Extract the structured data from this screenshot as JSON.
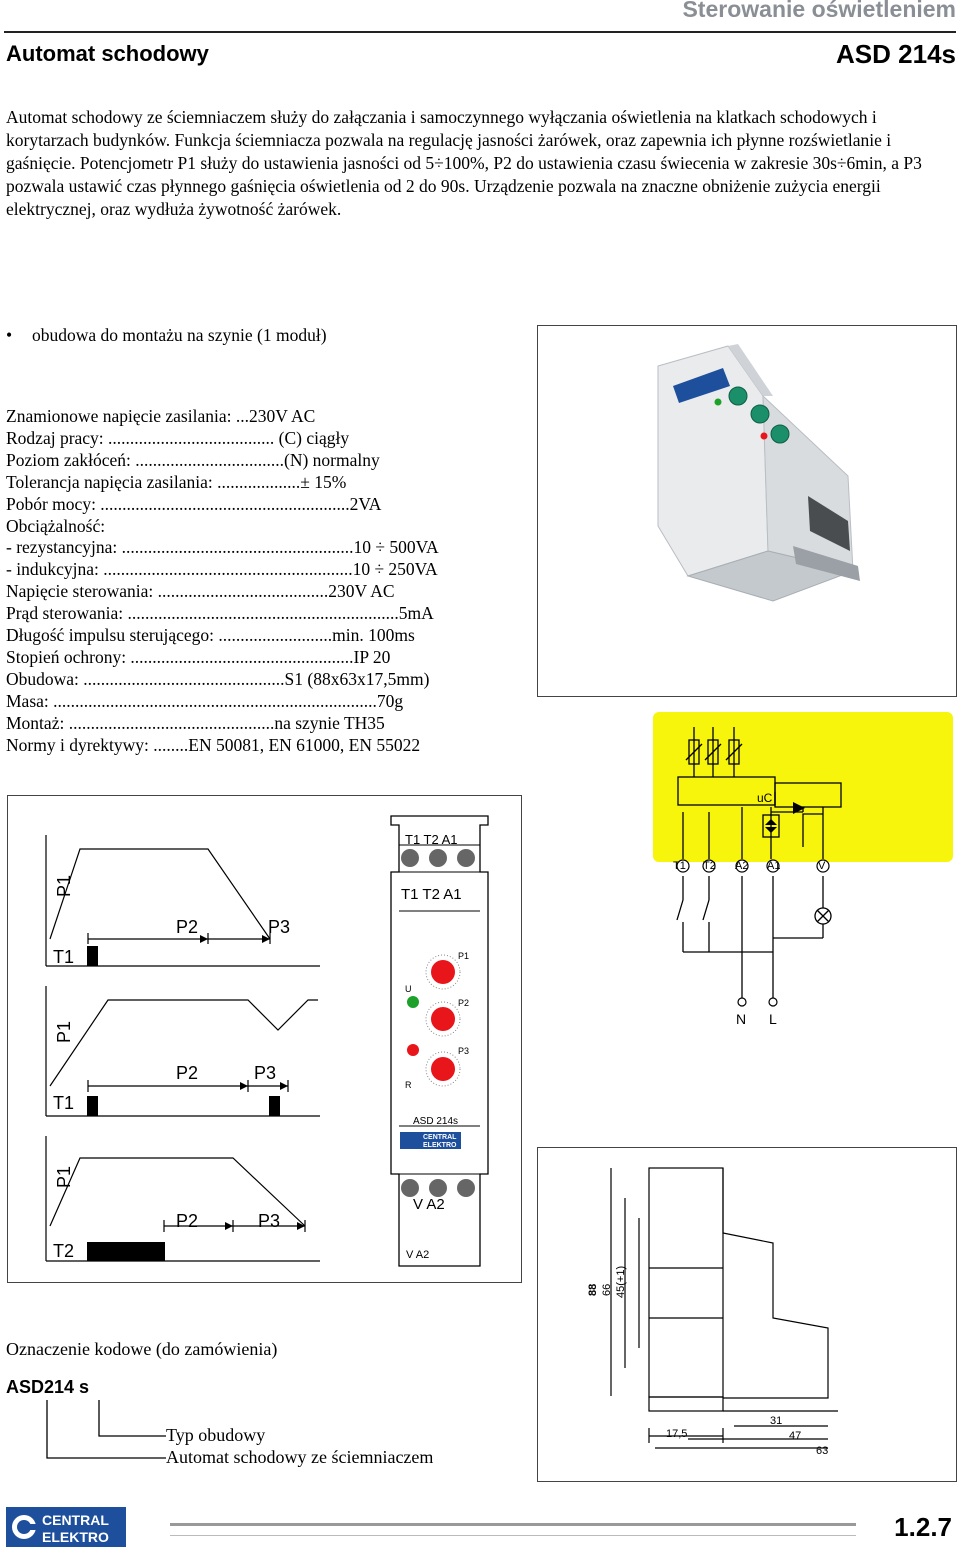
{
  "header": {
    "category": "Sterowanie oświetleniem",
    "title": "Automat schodowy",
    "model": "ASD 214s"
  },
  "intro": "Automat schodowy ze ściemniaczem służy do załączania i samoczynnego wyłączania oświetlenia na klatkach schodowych i korytarzach budynków. Funkcja ściemniacza pozwala na regulację jasności żarówek, oraz zapewnia ich płynne rozświetlanie i gaśnięcie. Potencjometr P1 służy do ustawienia jasności od 5÷100%, P2 do ustawienia czasu świecenia w zakresie 30s÷6min, a P3 pozwala ustawić czas płynnego gaśnięcia oświetlenia od 2 do 90s. Urządzenie pozwala na znaczne obniżenie zużycia energii elektrycznej, oraz wydłuża żywotność żarówek.",
  "bullet": "obudowa do montażu na szynie (1 moduł)",
  "specs": [
    "Znamionowe napięcie zasilania: ...230V AC",
    "Rodzaj pracy: ...................................... (C) ciągły",
    "Poziom zakłóceń: ..................................(N) normalny",
    "Tolerancja napięcia zasilania: ...................± 15%",
    "Pobór mocy: .........................................................2VA",
    "Obciążalność:",
    "- rezystancyjna: .....................................................10 ÷ 500VA",
    "- indukcyjna: .........................................................10 ÷ 250VA",
    "Napięcie sterowania: .......................................230V AC",
    "Prąd sterowania: ..............................................................5mA",
    "Długość impulsu sterującego: ..........................min. 100ms",
    "Stopień ochrony: ...................................................IP 20",
    "Obudowa: ..............................................S1 (88x63x17,5mm)",
    "Masa: ..........................................................................70g",
    "Montaż: ...............................................na szynie TH35",
    "Normy i dyrektywy: ........EN 50081, EN 61000, EN 55022"
  ],
  "timing": {
    "p1": "P1",
    "p2": "P2",
    "p3": "P3",
    "t1": "T1",
    "t2": "T2"
  },
  "front_panel": {
    "terminals_top_small": "T1  T2  A1",
    "terminals_top": "T1  T2  A1",
    "p1": "P1",
    "p2": "P2",
    "p3": "P3",
    "u": "U",
    "r": "R",
    "model": "ASD 214s",
    "brand_line1": "CENTRAL",
    "brand_line2": "ELEKTRO",
    "terminals_bottom": "V    A2",
    "terminals_bottom_small": "V          A2"
  },
  "schematic": {
    "uc": "uC",
    "terminals": [
      "T1",
      "T2",
      "A2",
      "A1",
      "V"
    ],
    "n": "N",
    "l": "L"
  },
  "dimensions": {
    "h88": "88",
    "h66": "66",
    "h45": "45(+1)",
    "w17": "17,5",
    "w31": "31",
    "w47": "47",
    "w63": "63"
  },
  "order_code": {
    "label": "Oznaczenie kodowe (do zamówienia)",
    "code": "ASD214  s",
    "type_label": "Typ obudowy",
    "desc_label": "Automat schodowy ze ściemniaczem"
  },
  "footer": {
    "logo_line1": "CENTRAL",
    "logo_line2": "ELEKTRO",
    "page": "1.2.7"
  },
  "colors": {
    "yellow": "#f7f50c",
    "knob_red": "#e8151b",
    "led_green": "#1ea12a",
    "logo_blue": "#1d4f9c"
  }
}
